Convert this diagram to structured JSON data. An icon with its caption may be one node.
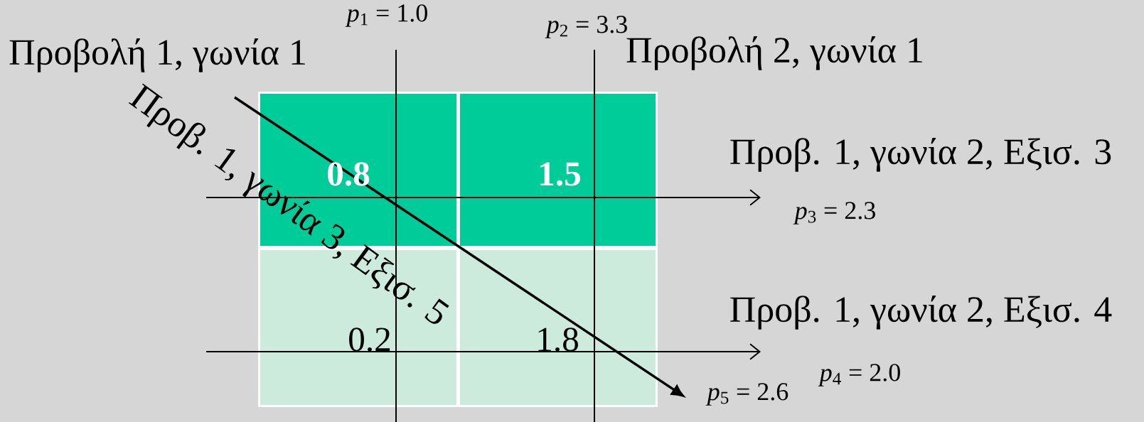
{
  "diagram": {
    "nodes": [
      {
        "text": [
          "**0.8**"
        ]
      },
      {
        "text": [
          "**1.5**"
        ]
      },
      {
        "text": [
          "0.2"
        ]
      },
      {
        "text": [
          "1.8"
        ]
      }
    ],
    "labels": [
      "*p*$_{1}$ = 1.0",
      "*p*$_{2}$ = 3.3",
      "Προβολή 1, γωνία 1",
      "Προβολή 2, γωνία 1",
      "Προβ. 1, γωνία 3, Εξισ. 5",
      "Προβ. 1, γωνία 2, Εξισ. 3",
      "*p*$_{3}$ = 2.3",
      "Προβ. 1, γωνία 2, Εξισ. 4",
      "*p*$_{4}$ = 2.0",
      "*p*$_{5}$ = 2.6"
    ]
  }
}
